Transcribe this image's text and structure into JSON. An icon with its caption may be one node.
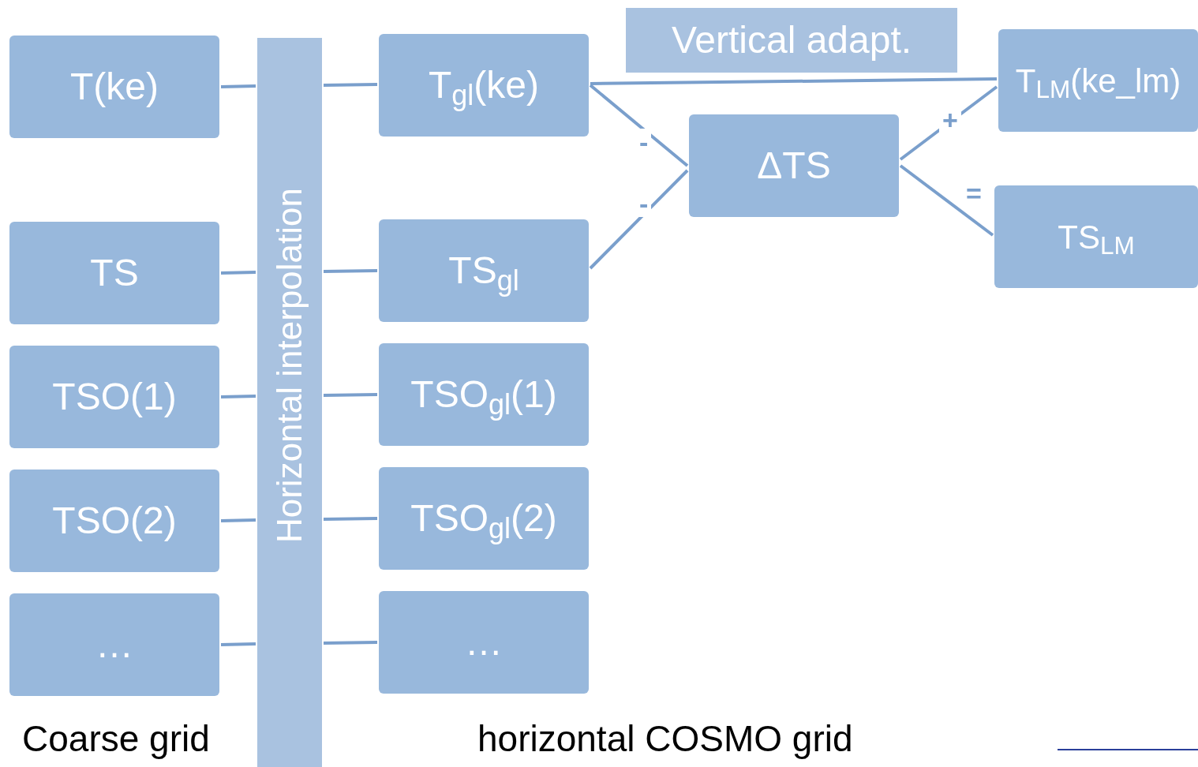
{
  "diagram": {
    "nodes": [
      {
        "text": [
          "T(ke)"
        ]
      },
      {
        "text": [
          "TS"
        ]
      },
      {
        "text": [
          "TSO(1)"
        ]
      },
      {
        "text": [
          "TSO(2)"
        ]
      },
      {
        "text": [
          "…"
        ]
      },
      {
        "text": [
          "Horizontal interpolation"
        ]
      },
      {
        "text": [
          "T$_{gl}$(ke)"
        ]
      },
      {
        "text": [
          "TS$_{gl}$"
        ]
      },
      {
        "text": [
          "TSO$_{gl}$(1)"
        ]
      },
      {
        "text": [
          "TSO$_{gl}$(2)"
        ]
      },
      {
        "text": [
          "…"
        ]
      },
      {
        "text": [
          "Vertical adapt."
        ]
      },
      {
        "text": [
          "ΔTS"
        ]
      },
      {
        "text": [
          "T$_{LM}$(ke_lm)"
        ]
      },
      {
        "text": [
          "TS$_{LM}$"
        ]
      }
    ],
    "edges": [
      {
        "from": 0,
        "to": 5,
        "arrow": "none"
      },
      {
        "from": 5,
        "to": 6,
        "arrow": "none"
      },
      {
        "from": 1,
        "to": 5,
        "arrow": "none"
      },
      {
        "from": 5,
        "to": 7,
        "arrow": "none"
      },
      {
        "from": 2,
        "to": 5,
        "arrow": "none"
      },
      {
        "from": 5,
        "to": 8,
        "arrow": "none"
      },
      {
        "from": 3,
        "to": 5,
        "arrow": "none"
      },
      {
        "from": 5,
        "to": 9,
        "arrow": "none"
      },
      {
        "from": 4,
        "to": 5,
        "arrow": "none"
      },
      {
        "from": 5,
        "to": 10,
        "arrow": "none"
      },
      {
        "from": 6,
        "to": 13,
        "arrow": "none"
      },
      {
        "from": 6,
        "to": 12,
        "label": "-",
        "arrow": "none"
      },
      {
        "from": 7,
        "to": 12,
        "label": "-",
        "arrow": "none"
      },
      {
        "from": 12,
        "to": 13,
        "label": "+",
        "arrow": "none"
      },
      {
        "from": 12,
        "to": 14,
        "label": "=",
        "arrow": "none"
      }
    ],
    "labels": [
      "Coarse grid",
      "horizontal COSMO grid"
    ]
  }
}
